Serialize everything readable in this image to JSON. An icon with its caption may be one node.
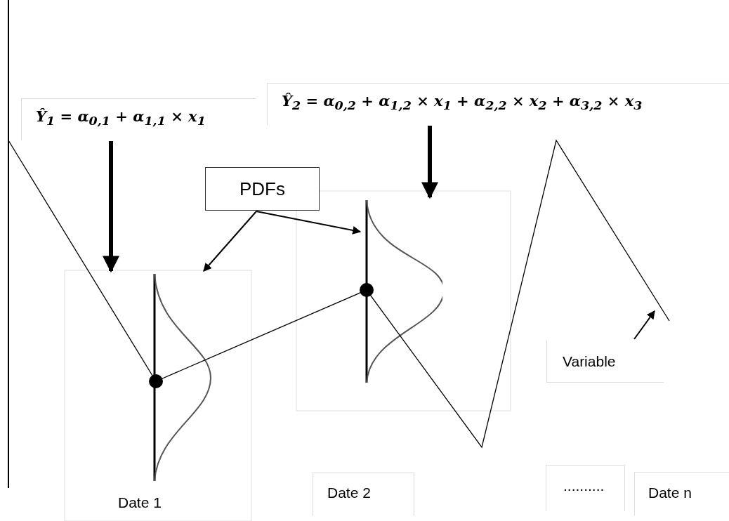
{
  "diagram": {
    "nodes": [
      {
        "text": [
          "Ŷ$_{1}$ = α$_{0,1}$ + α$_{1,1}$ × x$_{1}$"
        ]
      },
      {
        "text": [
          "Ŷ$_{2}$ = α$_{0,2}$ + α$_{1,2}$ × x$_{1}$ + α$_{2,2}$ × x$_{2}$ + α$_{3,2}$ × x$_{3}$"
        ]
      },
      {
        "text": [
          "PDFs"
        ]
      },
      {
        "text": [],
        "shape": "picture"
      },
      {
        "text": [],
        "shape": "picture"
      },
      {
        "text": [
          "Variable"
        ]
      }
    ],
    "edges": [
      {
        "from": 0,
        "to": 3,
        "arrow": "to",
        "style": "thick"
      },
      {
        "from": 1,
        "to": 4,
        "arrow": "to",
        "style": "thick"
      },
      {
        "from": 2,
        "to": 3,
        "arrow": "to"
      },
      {
        "from": 2,
        "to": 4,
        "arrow": "to"
      },
      {
        "from": 5,
        "to": null,
        "arrow": "to"
      }
    ],
    "labels": [
      "Date 1",
      "Date 2",
      "..........",
      "Date n"
    ]
  }
}
